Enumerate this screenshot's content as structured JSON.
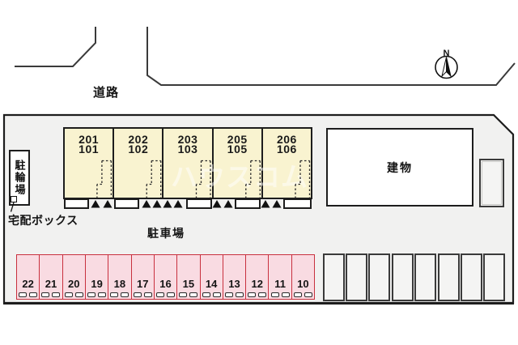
{
  "road_label": "道路",
  "compass_north": "N",
  "building_label": "建物",
  "bicycle_parking_label": "駐輪場",
  "delivery_box_label": "宅配ボックス",
  "parking_lot_label": "駐車場",
  "watermark": "ハウスコム",
  "units": [
    {
      "upper": "201",
      "lower": "101"
    },
    {
      "upper": "202",
      "lower": "102"
    },
    {
      "upper": "203",
      "lower": "103"
    },
    {
      "upper": "205",
      "lower": "105"
    },
    {
      "upper": "206",
      "lower": "106"
    }
  ],
  "parking_spaces": [
    "22",
    "21",
    "20",
    "19",
    "18",
    "17",
    "16",
    "15",
    "14",
    "13",
    "12",
    "11",
    "10"
  ],
  "unmarked_parking_count": 8,
  "colors": {
    "unit_fill": "#F9F3D0",
    "stall_fill": "#F9DBE2",
    "stall_border": "#C8303E",
    "site_fill": "#F1F1F0",
    "line": "#1D1D1D"
  }
}
